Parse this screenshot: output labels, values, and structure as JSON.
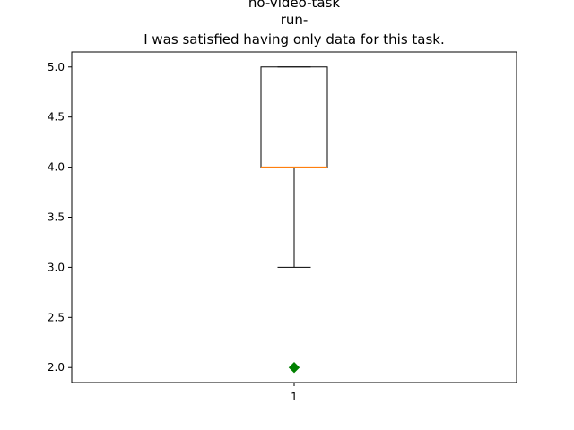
{
  "chart_data": {
    "type": "boxplot",
    "title_lines": [
      "no-video-task",
      "run-",
      "I was satisfied having only data for this task."
    ],
    "xlabel": "",
    "ylabel": "",
    "categories": [
      "1"
    ],
    "ylim": [
      1.85,
      5.15
    ],
    "yticks": [
      2.0,
      2.5,
      3.0,
      3.5,
      4.0,
      4.5,
      5.0
    ],
    "ytick_labels": [
      "2.0",
      "2.5",
      "3.0",
      "3.5",
      "4.0",
      "4.5",
      "5.0"
    ],
    "boxes": [
      {
        "label": "1",
        "whisker_low": 3.0,
        "q1": 4.0,
        "median": 4.0,
        "q3": 5.0,
        "whisker_high": 5.0,
        "outliers": [
          2.0
        ]
      }
    ],
    "grid": false,
    "colors": {
      "box": "#000000",
      "median": "#ff7f0e",
      "outlier": "#008000"
    }
  }
}
